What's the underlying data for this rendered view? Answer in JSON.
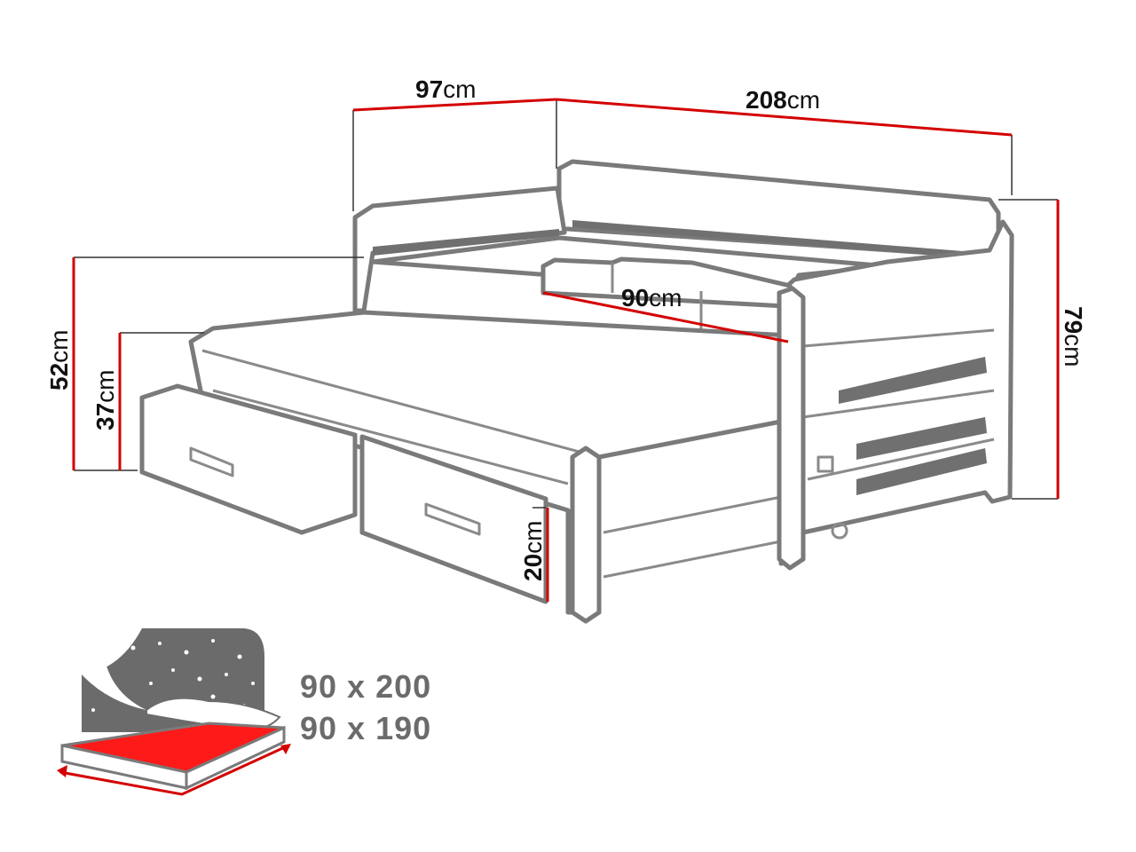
{
  "dimensions": {
    "depth": {
      "value": "97",
      "unit": "cm"
    },
    "length": {
      "value": "208",
      "unit": "cm"
    },
    "height": {
      "value": "79",
      "unit": "cm"
    },
    "side_height": {
      "value": "52",
      "unit": "cm"
    },
    "trundle_height": {
      "value": "37",
      "unit": "cm"
    },
    "drawer_height": {
      "value": "20",
      "unit": "cm"
    },
    "guard_width": {
      "value": "90",
      "unit": "cm"
    }
  },
  "mattress_sizes": [
    "90 x 200",
    "90 x 190"
  ],
  "colors": {
    "dimension_line": "#d40000",
    "outline": "#7a7a7a",
    "text_gray": "#6b6b6b",
    "mattress": "#ff1a1a"
  }
}
